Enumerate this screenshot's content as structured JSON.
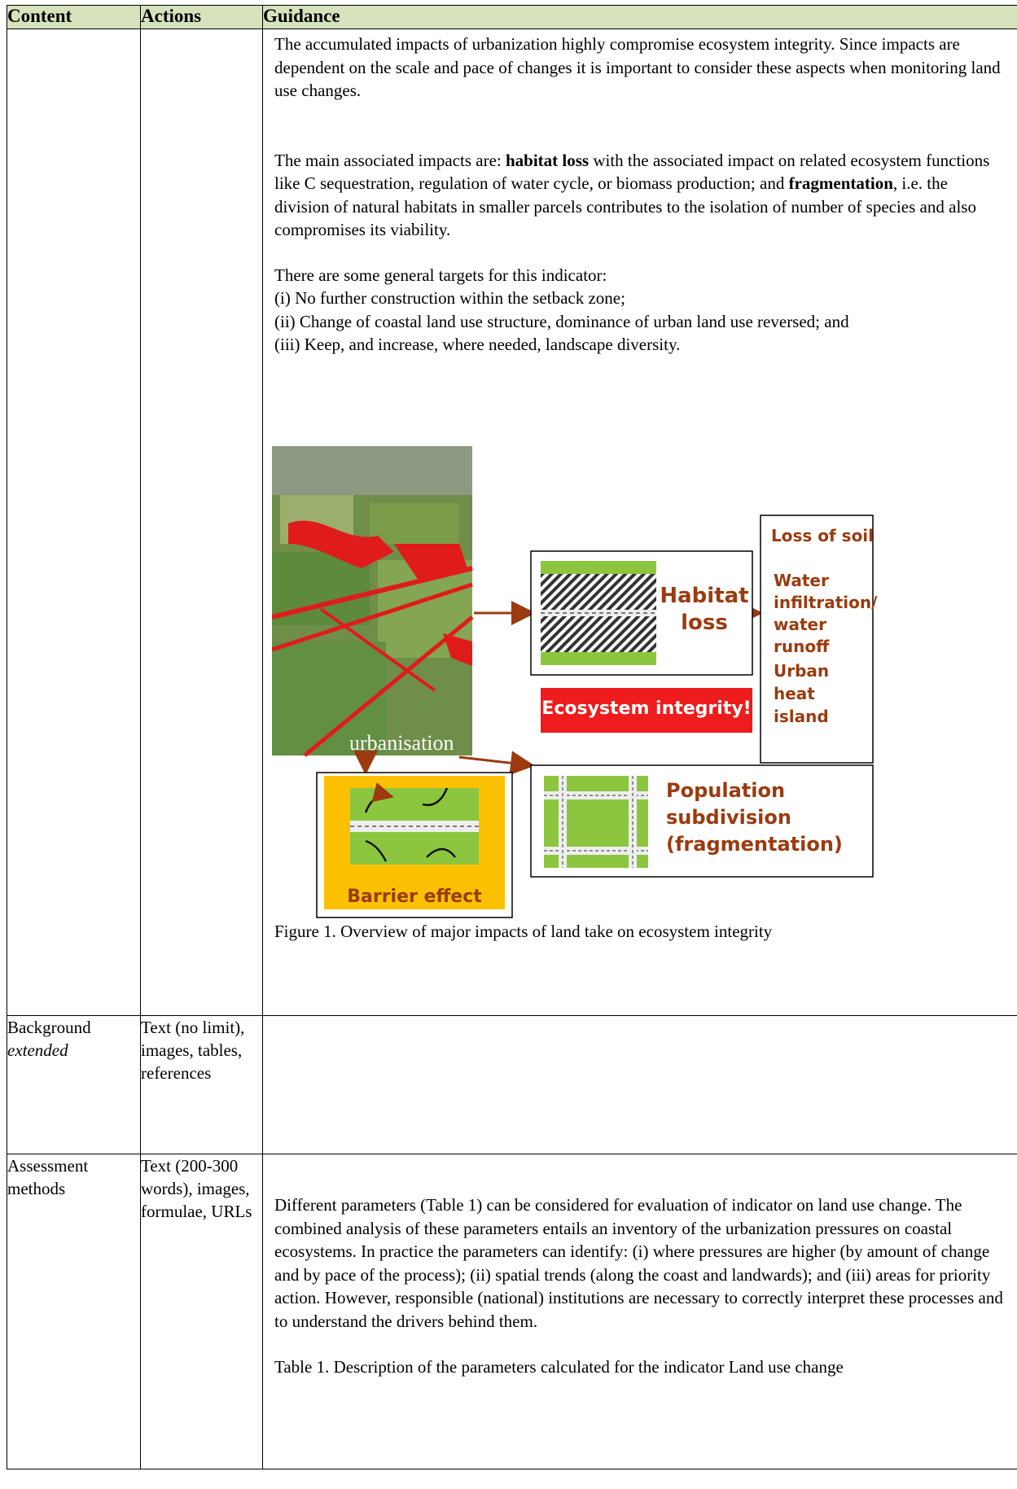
{
  "header": {
    "content": "Content",
    "actions": "Actions",
    "guidance": "Guidance"
  },
  "row1": {
    "para1": "The accumulated impacts of urbanization highly compromise ecosystem integrity. Since impacts are dependent on the scale and pace of changes it is important to consider these aspects when monitoring land use changes.",
    "para2_a": "The main associated impacts are: ",
    "para2_b1": "habitat loss",
    "para2_c": " with the associated impact on related ecosystem functions like C sequestration, regulation of water cycle, or biomass production; and ",
    "para2_b2": "fragmentation",
    "para2_d": ", i.e. the division of natural habitats in smaller parcels contributes to the isolation of number of species and also compromises its viability.",
    "targets_intro": "There are some general targets for this indicator:",
    "target1": "(i) No further construction within the setback zone;",
    "target2": "(ii) Change of coastal land use structure, dominance of urban land use reversed; and",
    "target3": "(iii) Keep, and increase, where needed, landscape diversity.",
    "figure": {
      "photo_label": "urbanisation",
      "habitat_line1": "Habitat",
      "habitat_line2": "loss",
      "impact1": "Loss of soil",
      "impact2_l1": "Water",
      "impact2_l2": "infiltration/",
      "impact2_l3": "water runoff",
      "impact3_l1": "Urban heat",
      "impact3_l2": "island",
      "banner": "Ecosystem integrity!",
      "barrier": "Barrier effect",
      "pop_l1": "Population",
      "pop_l2": "subdivision",
      "pop_l3": "(fragmentation)",
      "colors": {
        "accent": "#9b3b0f",
        "banner_bg": "#ee1c1c",
        "green": "#8cc63f",
        "yellow": "#fbc100"
      }
    },
    "caption": "Figure 1. Overview of major impacts of land take on ecosystem integrity"
  },
  "row2": {
    "content_line1": "Background",
    "content_line2": "extended",
    "actions": "Text (no limit), images, tables, references"
  },
  "row3": {
    "content": "Assessment methods",
    "actions": "Text (200-300 words), images, formulae, URLs",
    "para": "Different parameters (Table 1) can be considered for evaluation of indicator on land use change. The combined analysis of these parameters entails an inventory of the urbanization pressures on coastal ecosystems. In practice the parameters can identify: (i) where pressures are higher (by amount of change and by pace of the process); (ii) spatial trends (along the coast and landwards); and (iii) areas for priority action. However, responsible (national) institutions are necessary to correctly interpret these processes and to understand the drivers behind them.",
    "table_caption": "Table 1. Description of the parameters calculated for the indicator Land use change"
  }
}
